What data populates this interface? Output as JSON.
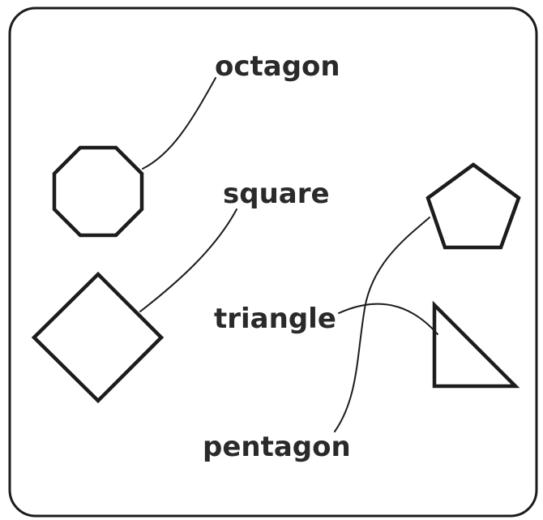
{
  "labels": {
    "octagon": "octagon",
    "square": "square",
    "triangle": "triangle",
    "pentagon": "pentagon"
  },
  "colors": {
    "ink": "#1c1c1c",
    "text": "#2a2a2a",
    "background": "#ffffff"
  }
}
